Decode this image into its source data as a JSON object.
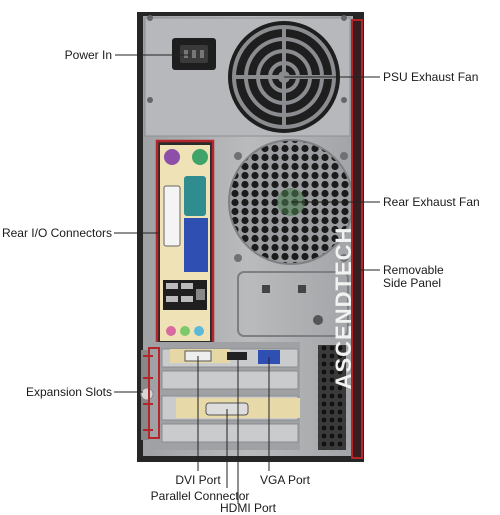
{
  "labels": {
    "power_in": "Power In",
    "psu_exhaust_fan": "PSU Exhaust Fan",
    "rear_exhaust_fan": "Rear Exhaust Fan",
    "rear_io_connectors": "Rear I/O Connectors",
    "removable_side_panel_line1": "Removable",
    "removable_side_panel_line2": "Side Panel",
    "expansion_slots": "Expansion Slots",
    "dvi_port": "DVI Port",
    "vga_port": "VGA Port",
    "parallel_connector": "Parallel Connector",
    "hdmi_port": "HDMI Port"
  },
  "brand_mark": "ASCENDTECH",
  "colors": {
    "accent": "#b3262b",
    "leader_line": "#222222",
    "chassis_dark": "#2b2b2b",
    "chassis_metal": "#a9abae",
    "ps2_purple": "#8e4fa8",
    "ps2_green": "#3fa36a",
    "serial_teal": "#2f8c8f",
    "vga_blue": "#2f4fb3",
    "io_cream": "#efe2b6",
    "audio_pink": "#d96aa0",
    "audio_green": "#7bc96b",
    "audio_blue": "#5cb9d8"
  }
}
